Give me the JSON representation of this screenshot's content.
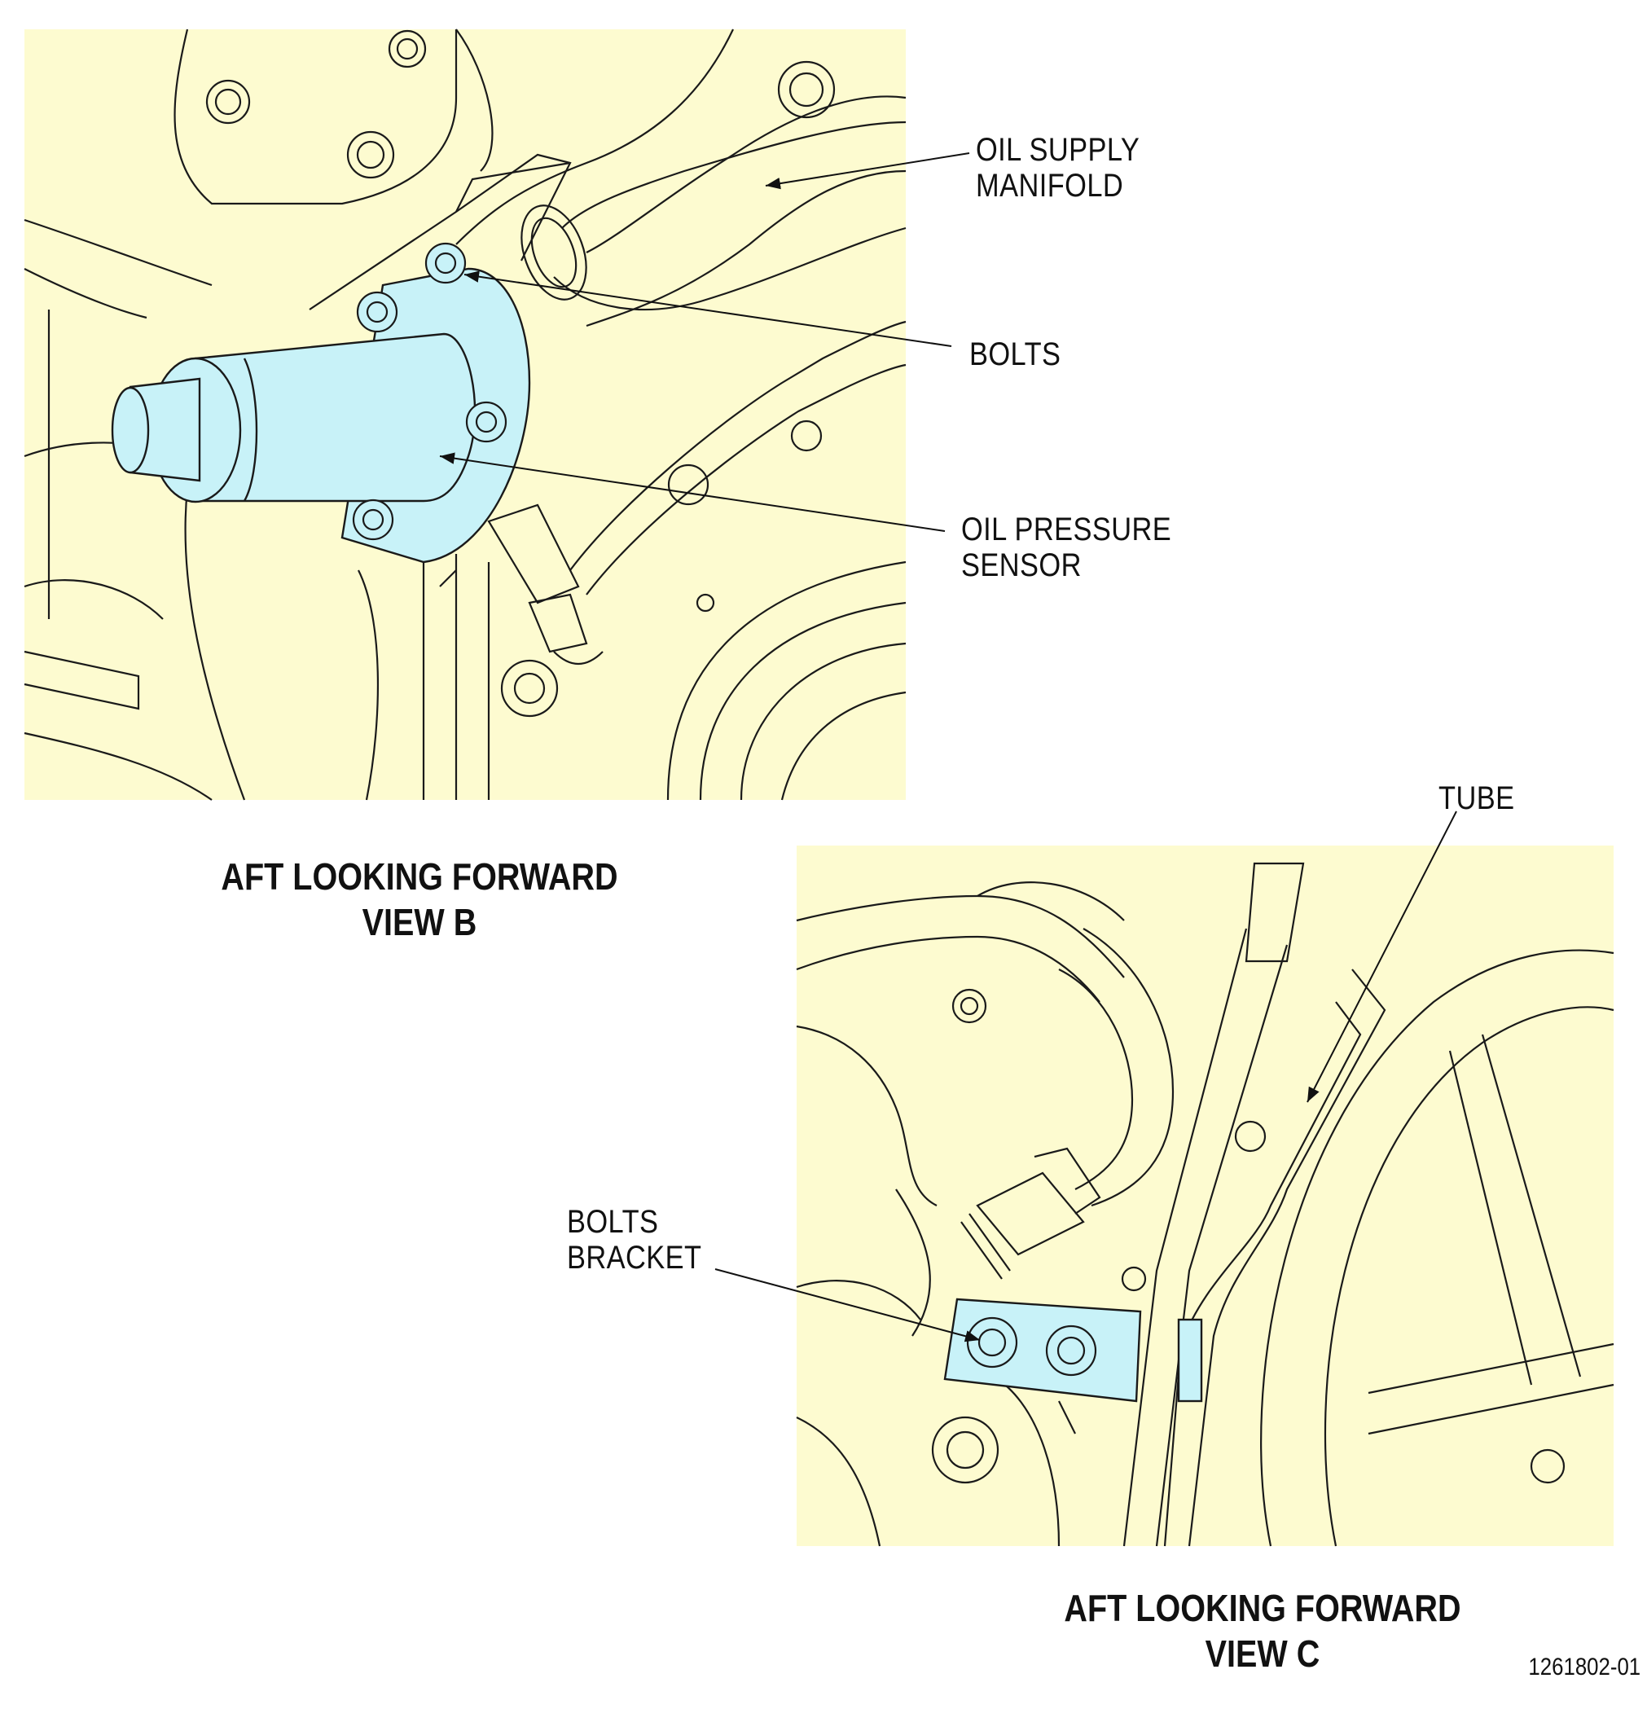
{
  "view_b": {
    "labels": {
      "oil_supply_manifold": [
        "OIL SUPPLY",
        "MANIFOLD"
      ],
      "bolts": "BOLTS",
      "oil_pressure_sensor": [
        "OIL PRESSURE",
        "SENSOR"
      ]
    },
    "caption": [
      "AFT LOOKING FORWARD",
      "VIEW B"
    ]
  },
  "view_c": {
    "labels": {
      "tube": "TUBE",
      "bolts_bracket": [
        "BOLTS",
        "BRACKET"
      ]
    },
    "caption": [
      "AFT LOOKING FORWARD",
      "VIEW C"
    ]
  },
  "figure_id": "1261802-01",
  "colors": {
    "panel_fill": "#fdfbd0",
    "highlight_fill": "#c8f2f8",
    "line": "#1a1a1a"
  }
}
